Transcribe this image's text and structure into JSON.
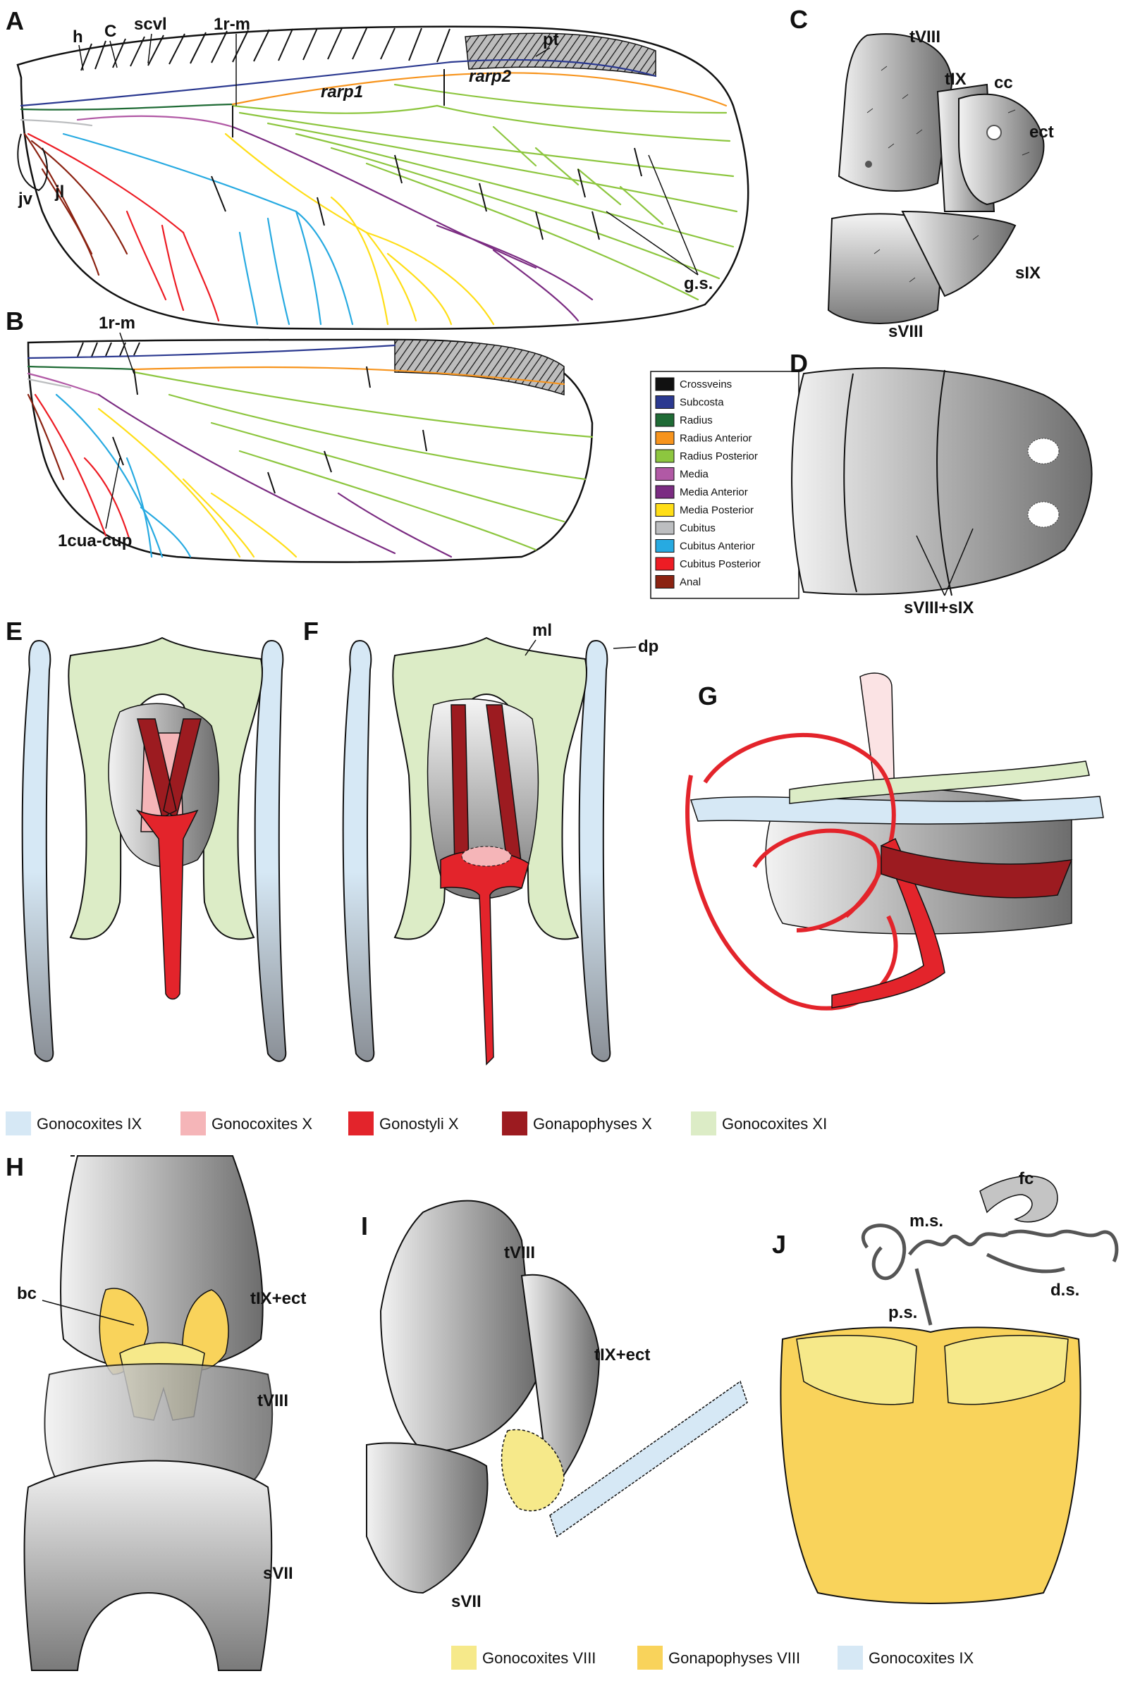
{
  "panels": {
    "A": {
      "letter": "A",
      "labels": {
        "h": "h",
        "C": "C",
        "scvl": "scvl",
        "r1m": "1r-m",
        "pt": "pt",
        "rarp1": "rarp1",
        "rarp2": "rarp2",
        "jv": "jv",
        "jl": "jl",
        "gs": "g.s."
      }
    },
    "B": {
      "letter": "B",
      "labels": {
        "r1m": "1r-m",
        "cuacup": "1cua-cup"
      }
    },
    "C": {
      "letter": "C",
      "labels": {
        "tVIII": "tVIII",
        "tIX": "tIX",
        "cc": "cc",
        "ect": "ect",
        "sIX": "sIX",
        "sVIII": "sVIII"
      }
    },
    "D": {
      "letter": "D",
      "labels": {
        "sVIIIsIX": "sVIII+sIX"
      }
    },
    "E": {
      "letter": "E"
    },
    "F": {
      "letter": "F",
      "labels": {
        "ml": "ml",
        "dp": "dp"
      }
    },
    "G": {
      "letter": "G"
    },
    "H": {
      "letter": "H",
      "labels": {
        "bc": "bc",
        "tIXect": "tIX+ect",
        "tVIII": "tVIII",
        "sVII": "sVII"
      }
    },
    "I": {
      "letter": "I",
      "labels": {
        "tVIII": "tVIII",
        "tIXect": "tIX+ect",
        "sVII": "sVII"
      }
    },
    "J": {
      "letter": "J",
      "labels": {
        "fc": "fc",
        "ms": "m.s.",
        "ds": "d.s.",
        "ps": "p.s."
      }
    }
  },
  "wing_legend": [
    {
      "label": "Crossveins",
      "color": "#111111"
    },
    {
      "label": "Subcosta",
      "color": "#2b3990"
    },
    {
      "label": "Radius",
      "color": "#1f6b35"
    },
    {
      "label": "Radius Anterior",
      "color": "#f7941d"
    },
    {
      "label": "Radius Posterior",
      "color": "#8dc63f"
    },
    {
      "label": "Media",
      "color": "#b159a5"
    },
    {
      "label": "Media Anterior",
      "color": "#7b2c82"
    },
    {
      "label": "Media Posterior",
      "color": "#ffde17"
    },
    {
      "label": "Cubitus",
      "color": "#bcbec0"
    },
    {
      "label": "Cubitus Anterior",
      "color": "#27aae1"
    },
    {
      "label": "Cubitus Posterior",
      "color": "#ed1c24"
    },
    {
      "label": "Anal",
      "color": "#8b2312"
    }
  ],
  "genital_key_1": [
    {
      "label": "Gonocoxites IX",
      "color": "#d6e8f5"
    },
    {
      "label": "Gonocoxites X",
      "color": "#f5b5b8"
    },
    {
      "label": "Gonostyli X",
      "color": "#e3242b"
    },
    {
      "label": "Gonapophyses X",
      "color": "#9c1b20"
    },
    {
      "label": "Gonocoxites XI",
      "color": "#dcecc6"
    }
  ],
  "genital_key_2": [
    {
      "label": "Gonocoxites VIII",
      "color": "#f6e98a"
    },
    {
      "label": "Gonapophyses VIII",
      "color": "#f9d35b"
    },
    {
      "label": "Gonocoxites IX",
      "color": "#d6e8f5"
    }
  ]
}
